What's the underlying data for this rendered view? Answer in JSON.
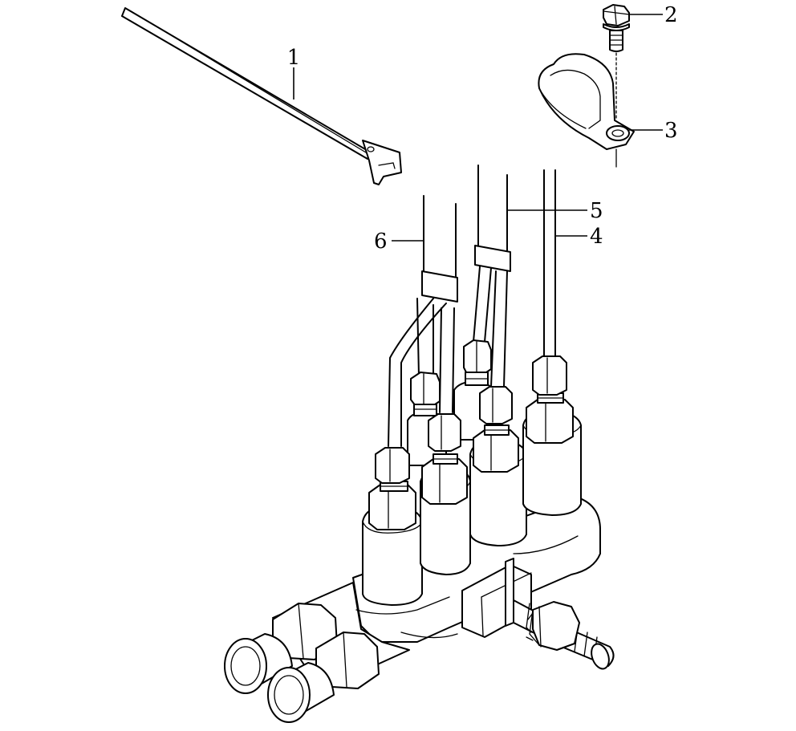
{
  "callouts": [
    {
      "id": "1",
      "label": "1",
      "part": "cable-tie"
    },
    {
      "id": "2",
      "label": "2",
      "part": "bolt"
    },
    {
      "id": "3",
      "label": "3",
      "part": "p-clamp"
    },
    {
      "id": "4",
      "label": "4",
      "part": "pipe"
    },
    {
      "id": "5",
      "label": "5",
      "part": "pipe"
    },
    {
      "id": "6",
      "label": "6",
      "part": "pipe"
    }
  ]
}
